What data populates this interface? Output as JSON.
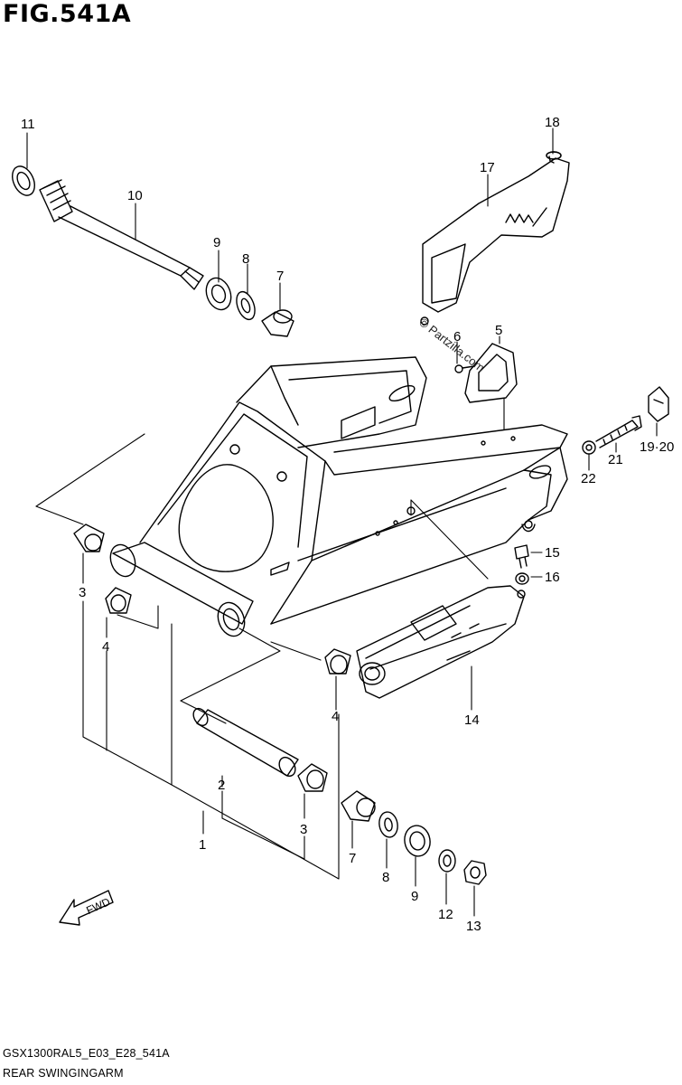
{
  "figure": {
    "title": "FIG.541A",
    "code": "GSX1300RAL5_E03_E28_541A",
    "name": "REAR SWINGINGARM"
  },
  "fwd_label": "FWD",
  "watermark": "© Partzilla.com",
  "callouts": {
    "c1": "1",
    "c2": "2",
    "c3a": "3",
    "c3b": "3",
    "c4a": "4",
    "c4b": "4",
    "c5": "5",
    "c6": "6",
    "c7a": "7",
    "c7b": "7",
    "c8a": "8",
    "c8b": "8",
    "c9a": "9",
    "c9b": "9",
    "c10": "10",
    "c11": "11",
    "c12": "12",
    "c13": "13",
    "c14": "14",
    "c15": "15",
    "c16": "16",
    "c17": "17",
    "c18": "18",
    "c1920": "19·20",
    "c21": "21",
    "c22": "22"
  }
}
